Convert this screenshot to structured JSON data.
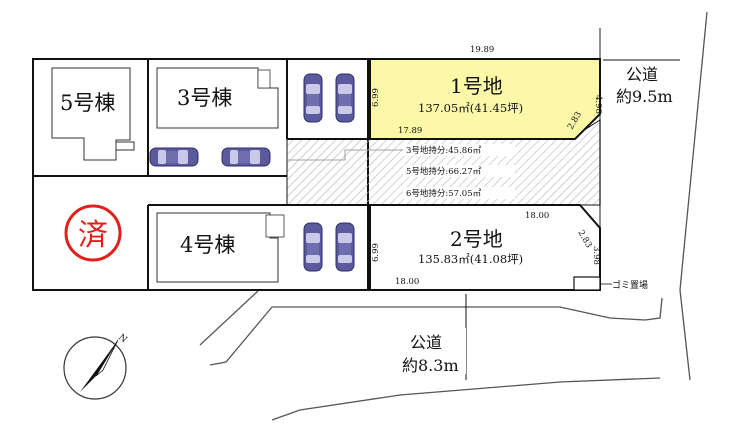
{
  "buildings": {
    "b5": "5号棟",
    "b3": "3号棟",
    "b4": "4号棟"
  },
  "stamp": "済",
  "lot1": {
    "name": "1号地",
    "area": "137.05㎡(41.45坪)",
    "color": "#fbf8a8"
  },
  "lot2": {
    "name": "2号地",
    "area": "135.83㎡(41.08坪)"
  },
  "shares": [
    "3号地持分:45.86㎡",
    "5号地持分:66.27㎡",
    "6号地持分:57.05㎡"
  ],
  "dims": {
    "top": "19.89",
    "lot1_left": "6.99",
    "lot1_right": "4.98",
    "lot1_bottom": "17.89",
    "lot1_corner": "2.83",
    "lot2_top": "18.00",
    "lot2_left": "6.99",
    "lot2_corner": "2.83",
    "lot2_right": "3.98",
    "lot2_bottom": "18.00"
  },
  "roads": {
    "east_label": "公道",
    "east_width": "約9.5m",
    "south_label": "公道",
    "south_width": "約8.3m"
  },
  "garbage": "ゴミ置場",
  "compass": "N",
  "stamp_color": "#e2201b",
  "car_color": "#5a5a9c"
}
